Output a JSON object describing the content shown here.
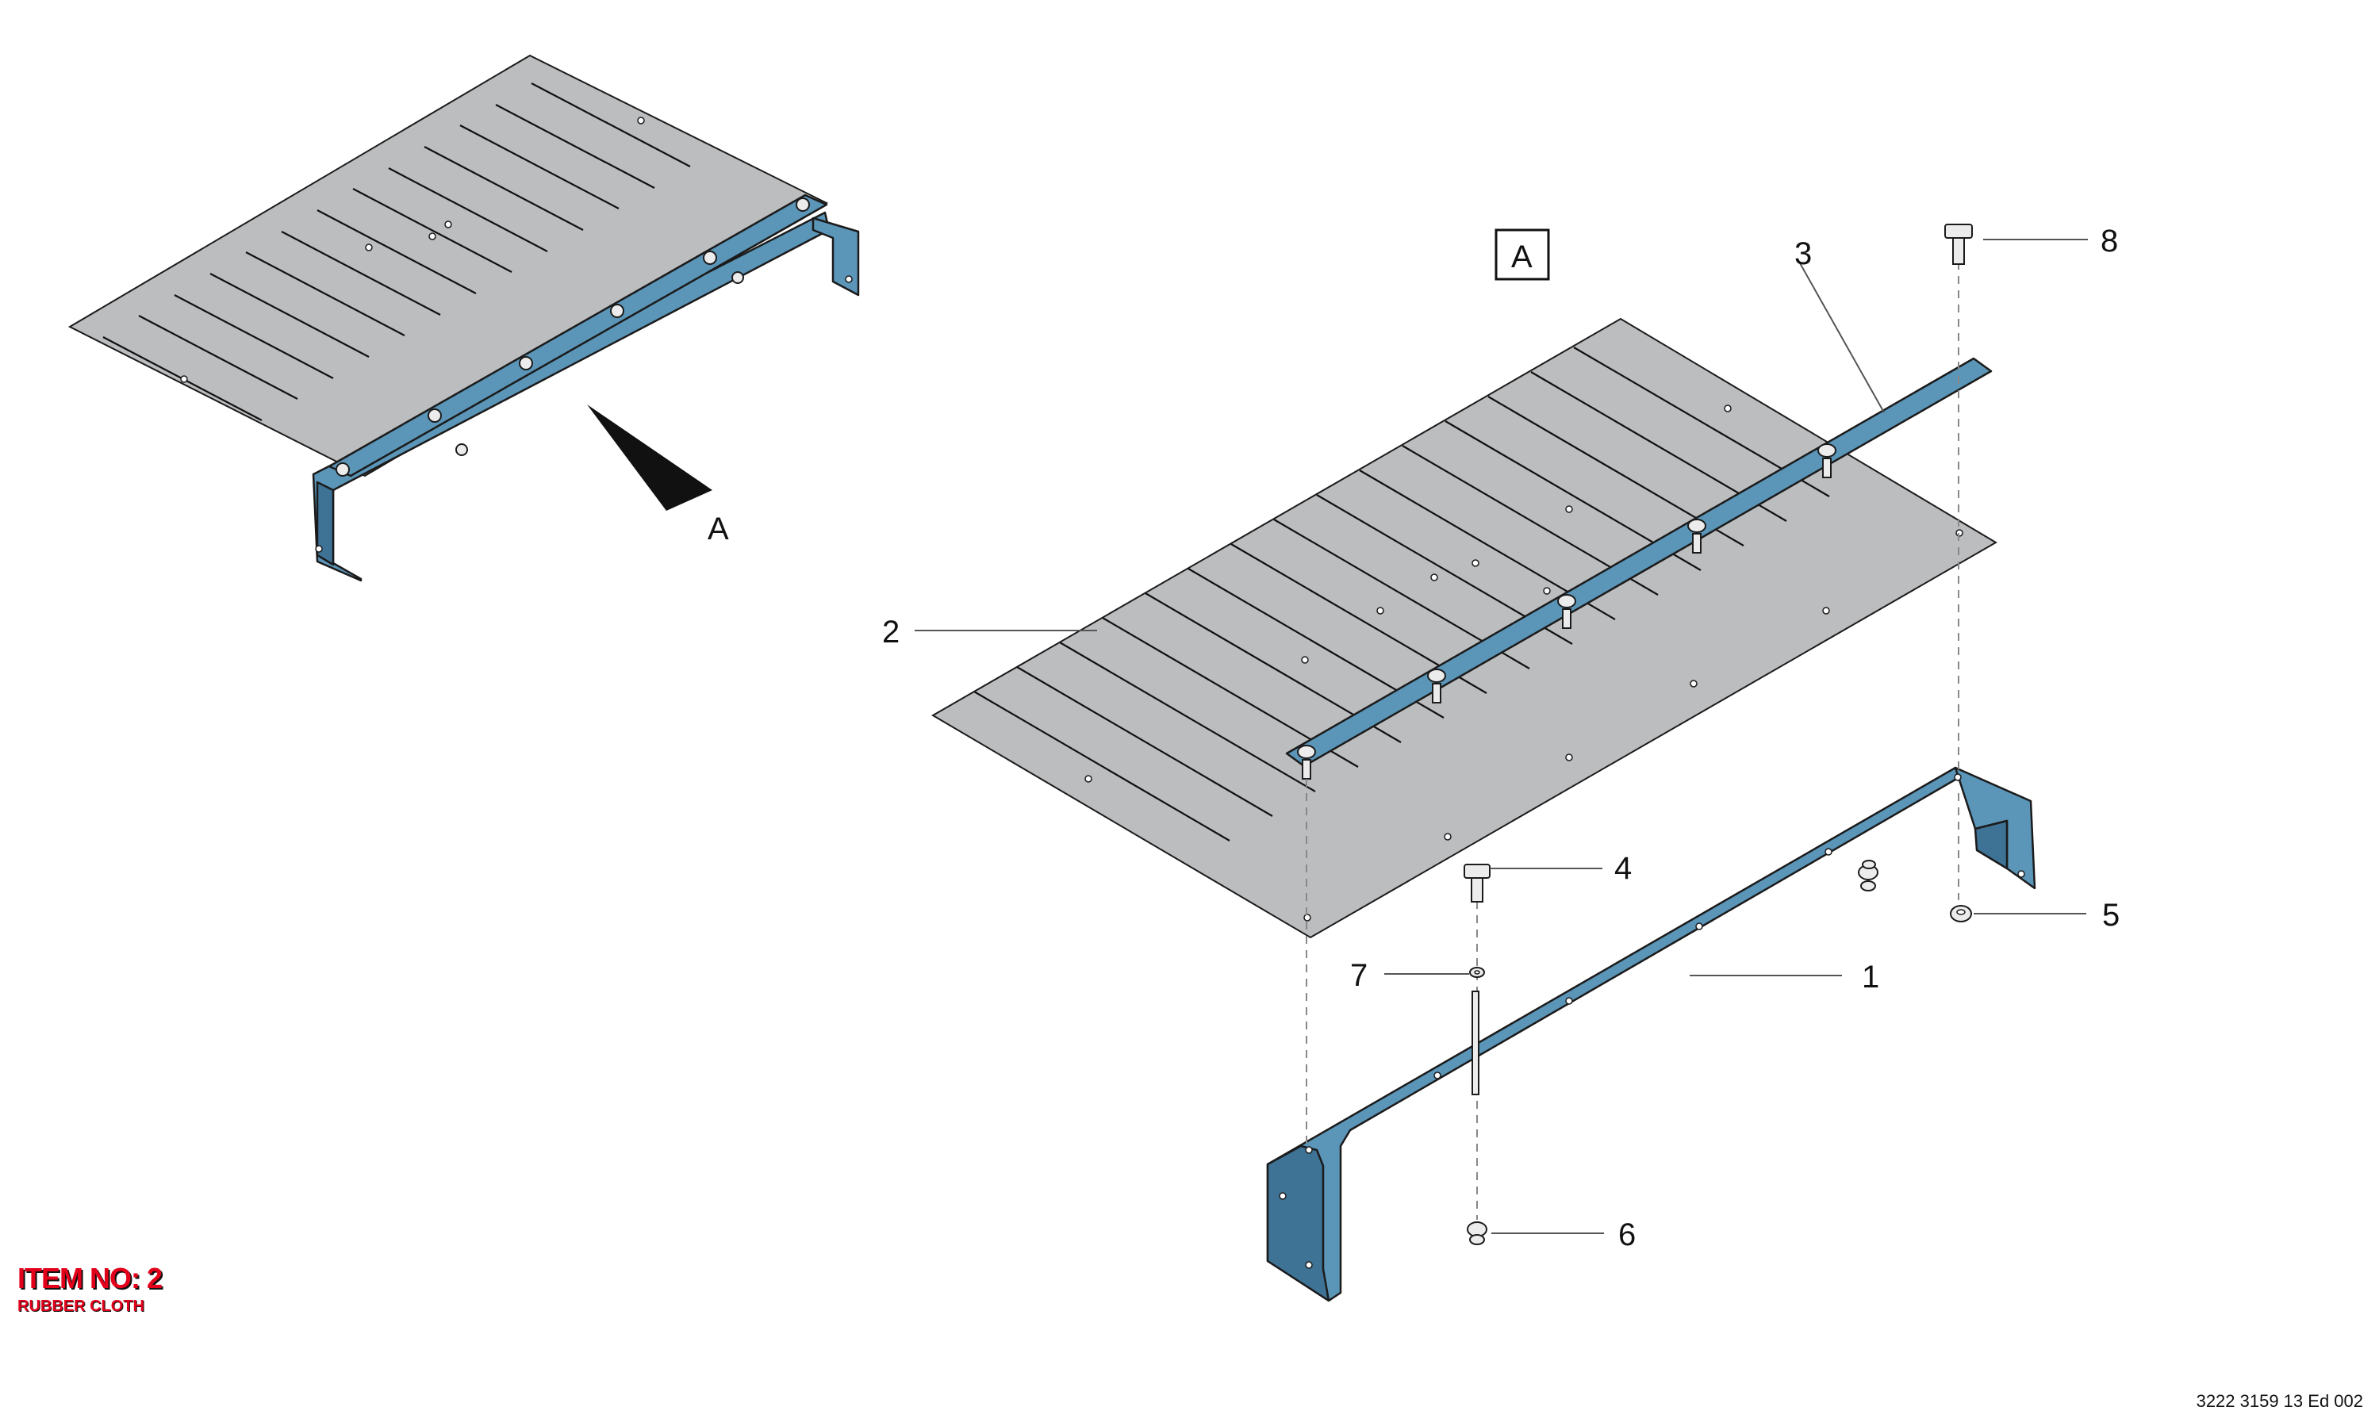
{
  "item": {
    "title": "ITEM NO: 2",
    "subtitle": "RUBBER CLOTH"
  },
  "document_code": "3222 3159 13 Ed 002",
  "view_marker": "A",
  "view_box_label": "A",
  "callouts": [
    {
      "label": "1"
    },
    {
      "label": "2"
    },
    {
      "label": "3"
    },
    {
      "label": "4"
    },
    {
      "label": "5"
    },
    {
      "label": "6"
    },
    {
      "label": "7"
    },
    {
      "label": "8"
    }
  ],
  "colors": {
    "sheet": "#bcbdbf",
    "bracket": "#5b95b8",
    "outline": "#1b1b1b",
    "hardware": "#e8e8e8",
    "title_red": "#e3001b"
  }
}
